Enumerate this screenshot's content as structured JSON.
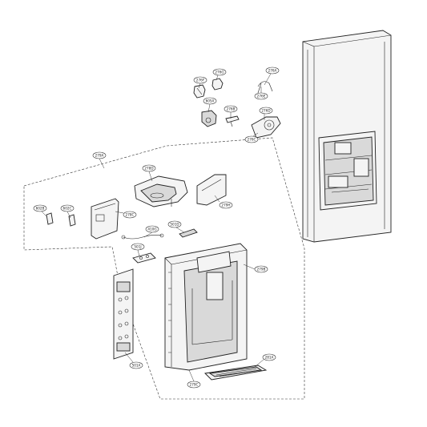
{
  "callouts": {
    "c276f": "276F",
    "c276g": "276G",
    "c276a": "276A",
    "c605a": "605A",
    "c276b": "276B",
    "c276e": "276E",
    "c276d": "276D",
    "c276c": "276C",
    "c279a": "279A",
    "c278d": "278D",
    "c279h": "279H",
    "c602b": "602B",
    "c602c": "602C",
    "c278c": "278C",
    "c410g": "410G",
    "c501d": "501D",
    "c501j": "501J",
    "c279b": "279B",
    "c501a": "501A",
    "c279c": "279C",
    "c281a": "281A"
  }
}
